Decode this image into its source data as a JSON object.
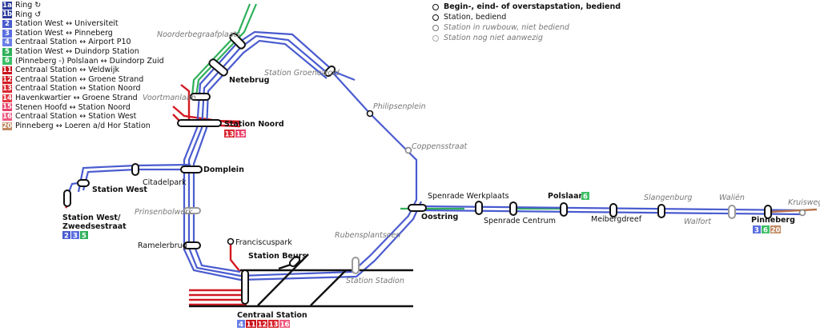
{
  "colors": {
    "ring": "#3b4bb0",
    "blue": "#5b6ee0",
    "green": "#2fb05a",
    "red": "#d21a22",
    "pink": "#e8416a",
    "brown": "#b5734a",
    "black": "#111111",
    "grey": "#999999"
  },
  "legend": [
    {
      "badge": "1a",
      "color": "#2b3a9a",
      "text": "Ring ↻"
    },
    {
      "badge": "1b",
      "color": "#2b3a9a",
      "text": "Ring ↺"
    },
    {
      "badge": "2",
      "color": "#4a5ccf",
      "text": "Station West ↔ Universiteit"
    },
    {
      "badge": "3",
      "color": "#5b6ee0",
      "text": "Station West ↔ Pinneberg"
    },
    {
      "badge": "4",
      "color": "#6b7fe8",
      "text": "Centraal Station ↔ Airport P10"
    },
    {
      "badge": "5",
      "color": "#2fb05a",
      "text": "Station West ↔ Duindorp Station"
    },
    {
      "badge": "6",
      "color": "#3dbf66",
      "text": "(Pinneberg -) Polslaan ↔ Duindorp Zuid"
    },
    {
      "badge": "11",
      "color": "#c8141c",
      "text": "Centraal Station ↔ Veldwijk"
    },
    {
      "badge": "12",
      "color": "#d21a22",
      "text": "Centraal Station ↔ Groene Strand"
    },
    {
      "badge": "13",
      "color": "#d8262e",
      "text": "Centraal Station ↔ Station Noord"
    },
    {
      "badge": "14",
      "color": "#e33a44",
      "text": "Havenkwartier ↔ Groene Strand"
    },
    {
      "badge": "15",
      "color": "#e8416a",
      "text": "Stenen Hoofd ↔ Station Noord"
    },
    {
      "badge": "16",
      "color": "#ee5a80",
      "text": "Centraal Station ↔ Station West"
    },
    {
      "badge": "20",
      "color": "#c08a62",
      "text": "Pinneberg ↔ Loeren a/d Hor Station"
    }
  ],
  "station_legend": [
    {
      "text": "Begin-, eind- of overstapstation, bediend",
      "style": "bold",
      "ring": "#111111"
    },
    {
      "text": "Station, bediend",
      "style": "normal",
      "ring": "#111111"
    },
    {
      "text": "Station in ruwbouw, niet bediend",
      "style": "italic",
      "ring": "#777777"
    },
    {
      "text": "Station nog niet aanwezig",
      "style": "italic",
      "ring": "#aaaaaa"
    }
  ],
  "stations": {
    "noorderbegraafplaats": "Noorderbegraafplaats",
    "netebrug": "Netebrug",
    "station_groenewold": "Station Groenewold",
    "voortmanlaan": "Voortmanlaan",
    "station_noord": "Station Noord",
    "philipsenplein": "Philipsenplein",
    "coppensstraat": "Coppensstraat",
    "citadelpark": "Citadelpark",
    "domplein": "Domplein",
    "station_west": "Station West",
    "prinsenbolwerk": "Prinsenbolwerk",
    "station_west_zweed_1": "Station West/",
    "station_west_zweed_2": "Zweedsestraat",
    "ramelerbrug": "Ramelerbrug",
    "franciscuspark": "Franciscuspark",
    "station_beurs": "Station Beurs",
    "rubensplantsoen": "Rubensplantsoen",
    "station_stadion": "Station Stadion",
    "centraal_station": "Centraal Station",
    "spenrade_werkplaats": "Spenrade Werkplaats",
    "spenrade_centrum": "Spenrade Centrum",
    "oostring": "Oostring",
    "polslaan": "Polslaan",
    "meibergdreef": "Meibergdreef",
    "slangenburg": "Slangenburg",
    "walfort": "Walfort",
    "walien": "Waliën",
    "pinneberg": "Pinneberg",
    "kruisweg": "Kruisweg"
  },
  "badges": {
    "station_noord": [
      {
        "t": "13",
        "c": "#d8262e"
      },
      {
        "t": "15",
        "c": "#e8416a"
      }
    ],
    "station_west": [
      {
        "t": "2",
        "c": "#4a5ccf"
      },
      {
        "t": "3",
        "c": "#5b6ee0"
      },
      {
        "t": "5",
        "c": "#2fb05a"
      }
    ],
    "polslaan": [
      {
        "t": "6",
        "c": "#3dbf66"
      }
    ],
    "pinneberg": [
      {
        "t": "3",
        "c": "#5b6ee0"
      },
      {
        "t": "6",
        "c": "#3dbf66"
      },
      {
        "t": "20",
        "c": "#c08a62"
      }
    ],
    "centraal_station": [
      {
        "t": "4",
        "c": "#6b7fe8"
      },
      {
        "t": "11",
        "c": "#c8141c"
      },
      {
        "t": "12",
        "c": "#d21a22"
      },
      {
        "t": "13",
        "c": "#d8262e"
      },
      {
        "t": "16",
        "c": "#ee5a80"
      }
    ]
  }
}
